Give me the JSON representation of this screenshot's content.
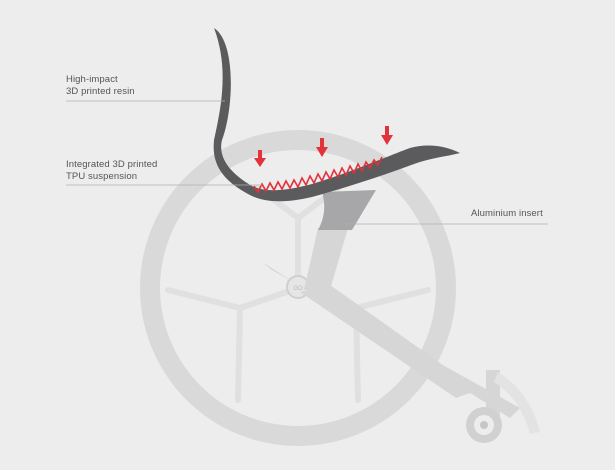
{
  "labels": {
    "resin": {
      "line1": "High-impact",
      "line2": "3D printed resin"
    },
    "tpu": {
      "line1": "Integrated 3D printed",
      "line2": "TPU suspension"
    },
    "aluminium": {
      "line1": "Aluminium insert"
    }
  },
  "hub_text": "GO",
  "colors": {
    "background": "#ededed",
    "frame": "#d9d9d9",
    "seat": "#5b5b5d",
    "suspension": "#e2323a",
    "leader_line": "#b0b0b0",
    "text": "#555555"
  },
  "icons": [
    "down-arrow-icon",
    "down-arrow-icon",
    "down-arrow-icon"
  ]
}
